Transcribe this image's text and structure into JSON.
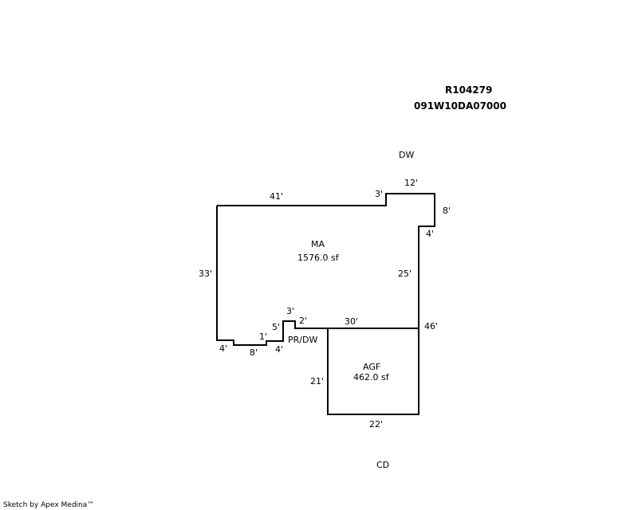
{
  "header": {
    "parcel_id": "R104279",
    "map_number": "091W10DA07000"
  },
  "areas": {
    "main": {
      "code": "MA",
      "area": "1576.0 sf"
    },
    "garage": {
      "code": "AGF",
      "area": "462.0 sf"
    },
    "porch": {
      "code": "PR/DW"
    }
  },
  "compass": {
    "top": "DW",
    "bottom": "CD"
  },
  "dimensions": {
    "top_left": "41'",
    "step_top": "3'",
    "top_right": "12'",
    "right_upper": "8'",
    "notch": "4'",
    "right_main": "25'",
    "left": "33'",
    "right_total": "46'",
    "inner": "30'",
    "porch_2": "2'",
    "porch_3": "3'",
    "porch_5": "5'",
    "porch_1": "1'",
    "bottom_4a": "4'",
    "bottom_8": "8'",
    "bottom_4b": "4'",
    "garage_left": "21'",
    "garage_bottom": "22'"
  },
  "footer": "Sketch by Apex Medina™"
}
